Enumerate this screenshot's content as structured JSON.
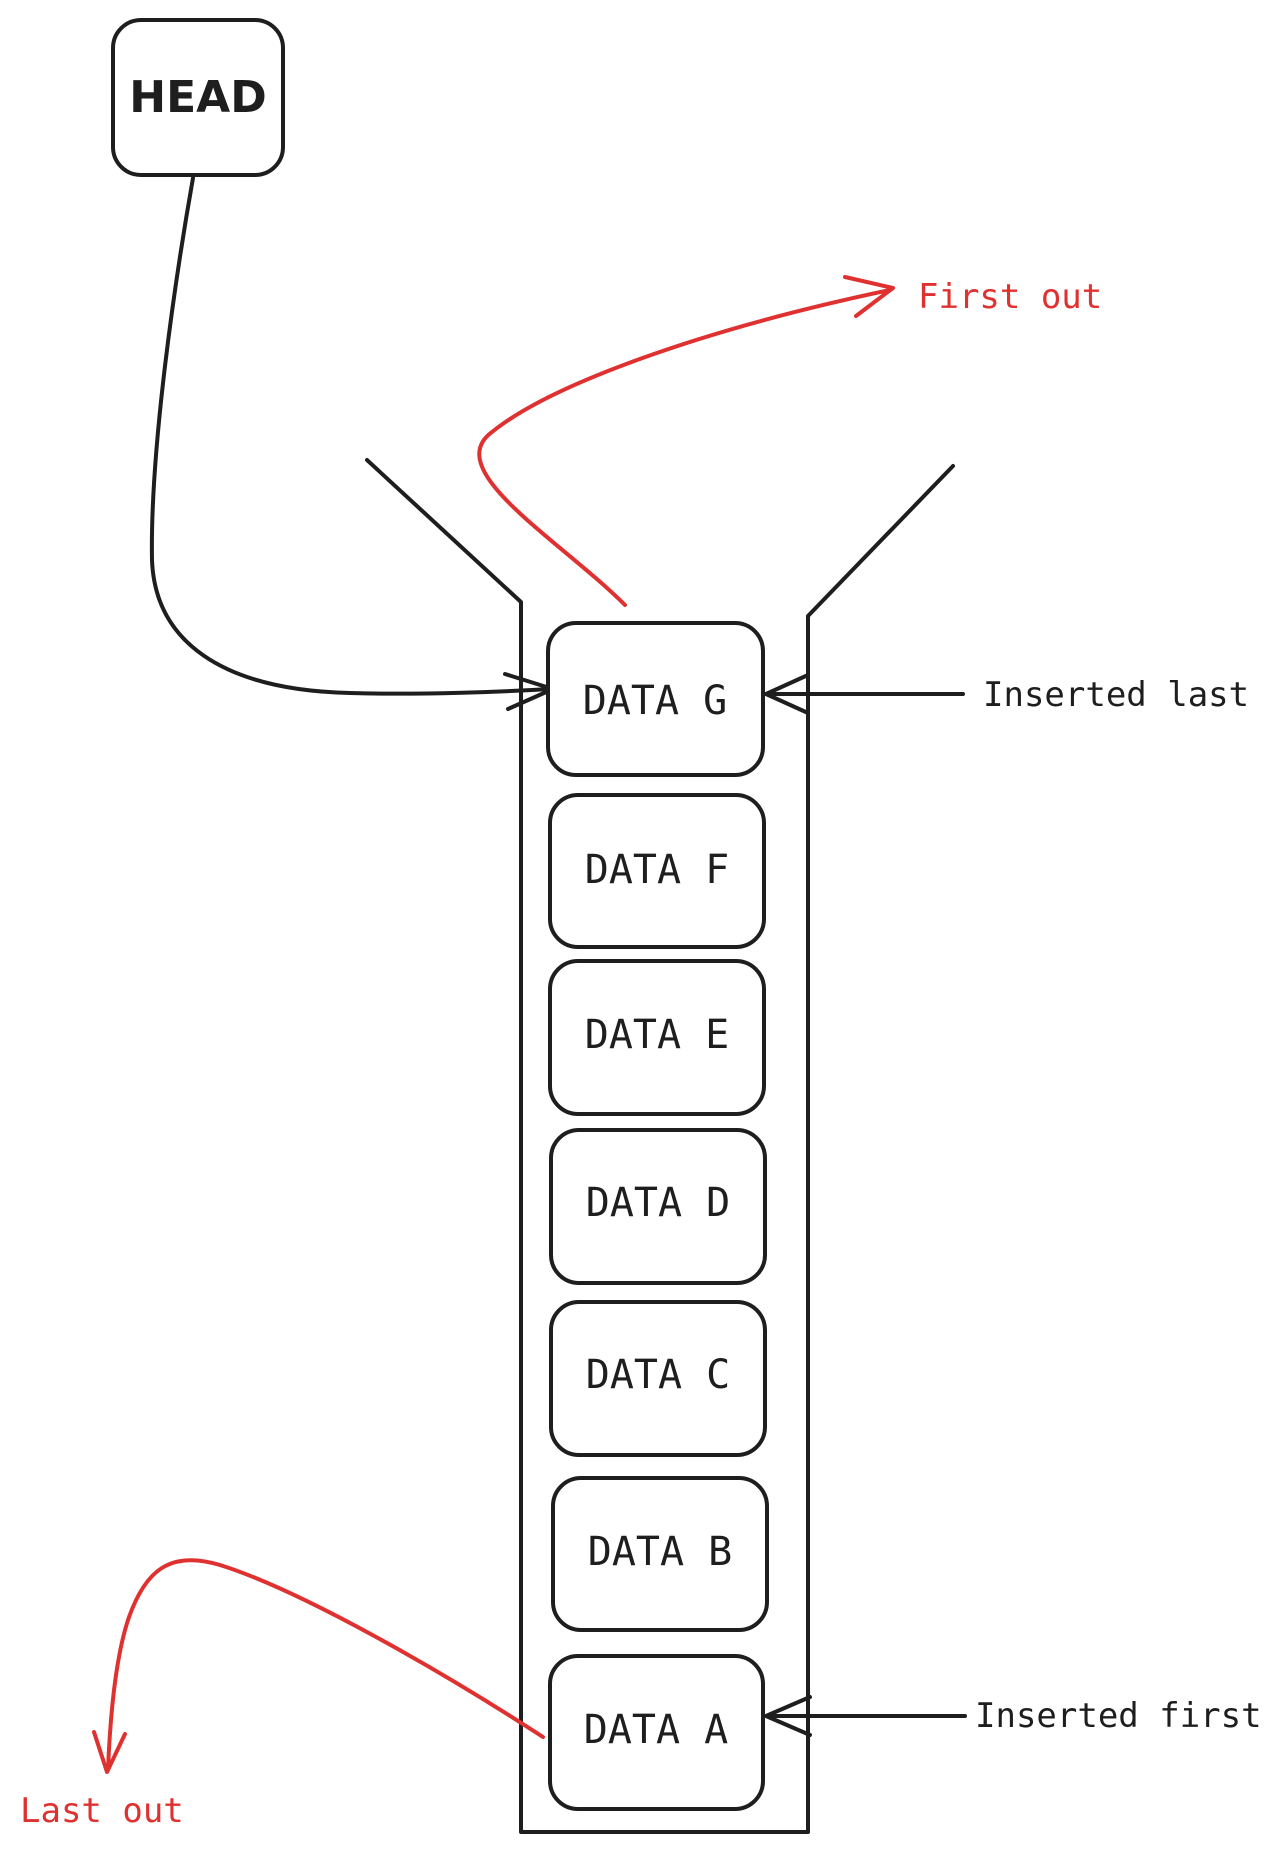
{
  "diagram": {
    "head_label": "HEAD",
    "nodes": [
      {
        "label": "DATA G"
      },
      {
        "label": "DATA F"
      },
      {
        "label": "DATA E"
      },
      {
        "label": "DATA D"
      },
      {
        "label": "DATA C"
      },
      {
        "label": "DATA B"
      },
      {
        "label": "DATA A"
      }
    ],
    "annotations": {
      "first_out": "First out",
      "last_out": "Last out",
      "inserted_last": "Inserted last",
      "inserted_first": "Inserted first"
    },
    "colors": {
      "ink": "#1e1e1e",
      "accent_red": "#e03131",
      "background": "#ffffff"
    }
  }
}
